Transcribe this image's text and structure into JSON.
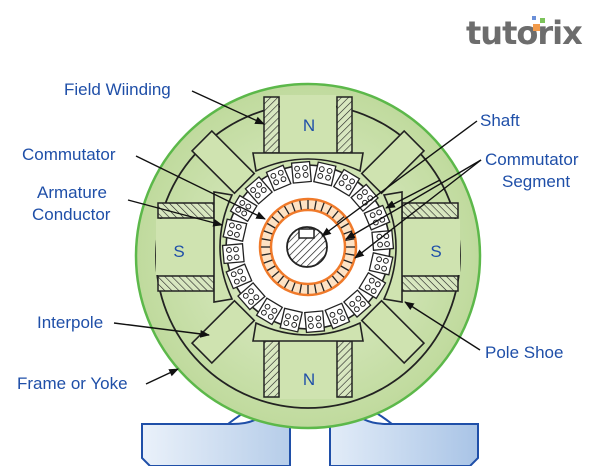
{
  "brand": {
    "name": "tutorix",
    "dot_colors": [
      "#f29a4a",
      "#7cc35a",
      "#6a8fd8"
    ]
  },
  "title": "DC Machine Cross Section",
  "labels": {
    "field_winding": "Field Wiinding",
    "commutator": "Commutator",
    "armature_conductor_line1": "Armature",
    "armature_conductor_line2": "Conductor",
    "interpole": "Interpole",
    "frame_or_yoke": "Frame or Yoke",
    "shaft": "Shaft",
    "commutator_segment_line1": "Commutator",
    "commutator_segment_line2": "Segment",
    "pole_shoe": "Pole Shoe"
  },
  "poles": {
    "top": "N",
    "bottom": "N",
    "left": "S",
    "right": "S"
  },
  "colors": {
    "label_text": "#1f4fa8",
    "frame_fill": "#cfe3b0",
    "frame_stroke": "#5cb84a",
    "commutator_ring": "#f07a2a",
    "commutator_fill": "#fde2c4",
    "base_fill": "#c9dcf2",
    "base_stroke": "#1f4fa8"
  },
  "counts": {
    "armature_slots": 20,
    "commutator_segments": 36
  }
}
